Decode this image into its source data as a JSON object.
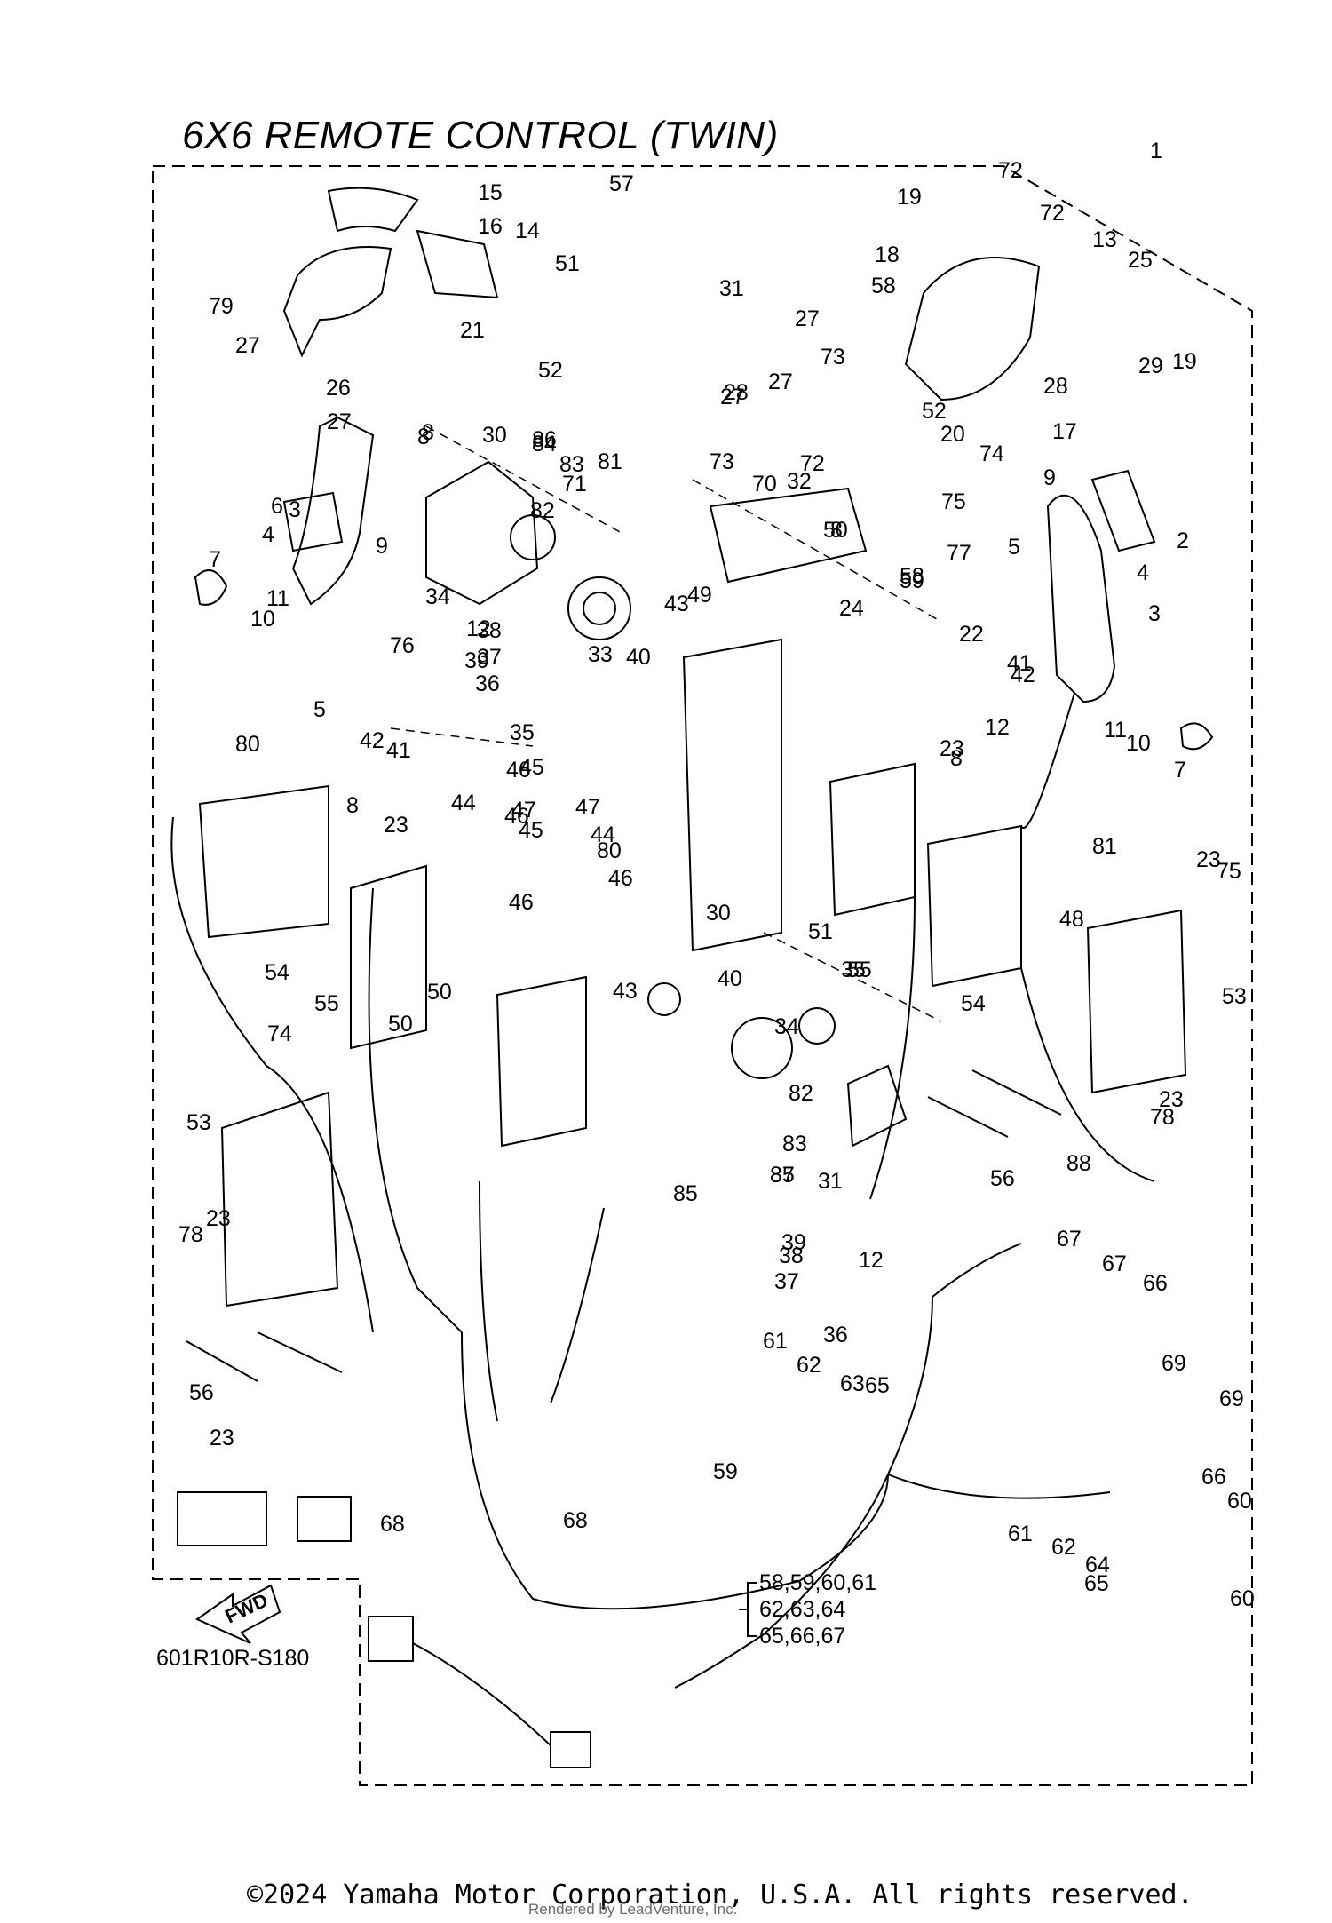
{
  "diagram": {
    "title": "6X6 REMOTE CONTROL (TWIN)",
    "diagram_code": "601R10R-S180",
    "fwd_label": "FWD",
    "copyright": "©2024 Yamaha Motor Corporation, U.S.A. All rights reserved.",
    "rendered_by": "Rendered by LeadVenture, Inc."
  },
  "callouts": [
    "1",
    "2",
    "3",
    "3",
    "4",
    "4",
    "5",
    "5",
    "6",
    "7",
    "7",
    "8",
    "8",
    "8",
    "8",
    "8",
    "9",
    "9",
    "10",
    "10",
    "11",
    "11",
    "12",
    "12",
    "12",
    "13",
    "14",
    "15",
    "16",
    "17",
    "18",
    "19",
    "19",
    "20",
    "21",
    "22",
    "23",
    "23",
    "23",
    "23",
    "23",
    "23",
    "24",
    "25",
    "26",
    "27",
    "27",
    "27",
    "27",
    "27",
    "28",
    "28",
    "29",
    "30",
    "30",
    "31",
    "31",
    "32",
    "33",
    "34",
    "34",
    "35",
    "35",
    "36",
    "36",
    "37",
    "37",
    "38",
    "38",
    "39",
    "39",
    "40",
    "40",
    "41",
    "41",
    "42",
    "42",
    "43",
    "43",
    "44",
    "44",
    "45",
    "45",
    "46",
    "46",
    "46",
    "46",
    "47",
    "47",
    "48",
    "49",
    "50",
    "50",
    "50",
    "51",
    "51",
    "52",
    "52",
    "53",
    "53",
    "54",
    "54",
    "55",
    "55",
    "56",
    "56",
    "57",
    "58",
    "58",
    "59",
    "59",
    "60",
    "60",
    "61",
    "61",
    "62",
    "62",
    "63",
    "64",
    "65",
    "65",
    "66",
    "66",
    "67",
    "67",
    "68",
    "68",
    "69",
    "69",
    "70",
    "71",
    "72",
    "72",
    "72",
    "73",
    "73",
    "74",
    "74",
    "75",
    "75",
    "76",
    "77",
    "78",
    "78",
    "79",
    "80",
    "80",
    "81",
    "81",
    "82",
    "82",
    "83",
    "83",
    "84",
    "85",
    "85",
    "86",
    "87",
    "88"
  ],
  "group_57": [
    "58,59,60,61",
    "62,63,64",
    "65,66,67"
  ]
}
